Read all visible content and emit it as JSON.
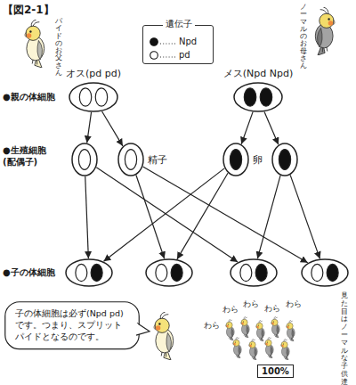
{
  "diagram": {
    "title": "【図2-1】",
    "nodes": [
      {
        "text": [
          "オス(pd pd)"
        ]
      },
      {
        "text": [
          "メス(Npd Npd)"
        ]
      },
      {
        "text": []
      },
      {
        "text": [
          "精子"
        ]
      },
      {
        "text": [
          "卵"
        ]
      },
      {
        "text": []
      },
      {
        "text": []
      },
      {
        "text": []
      },
      {
        "text": []
      },
      {
        "text": []
      },
      {
        "text": [
          "子の体細胞は必ず(Npd pd)です。つまり、スプリットパイドとなるのです。"
        ]
      },
      {
        "text": [
          "100%"
        ]
      }
    ],
    "edges": [
      {
        "from": 0,
        "to": 2,
        "arrow": "to"
      },
      {
        "from": 0,
        "to": 3,
        "arrow": "to"
      },
      {
        "from": 1,
        "to": 4,
        "arrow": "to"
      },
      {
        "from": 1,
        "to": 5,
        "arrow": "to"
      },
      {
        "from": 2,
        "to": 6,
        "arrow": "to"
      },
      {
        "from": 2,
        "to": 8,
        "arrow": "to"
      },
      {
        "from": 3,
        "to": 7,
        "arrow": "to"
      },
      {
        "from": 3,
        "to": 9,
        "arrow": "to"
      },
      {
        "from": 4,
        "to": 6,
        "arrow": "to"
      },
      {
        "from": 4,
        "to": 7,
        "arrow": "to"
      },
      {
        "from": 5,
        "to": 8,
        "arrow": "to"
      },
      {
        "from": 5,
        "to": 9,
        "arrow": "to"
      }
    ],
    "labels": [
      "パイドのお父さん",
      "ノーマルのお母さん",
      "遺伝子",
      "●親の体細胞",
      "●生殖細胞 (配偶子)",
      "●子の体細胞",
      "見た目はノーマルな子供達",
      "わら",
      "わら",
      "わら",
      "わら",
      "わら"
    ],
    "legend": [
      {
        "text": "Npd"
      },
      {
        "text": "pd"
      }
    ]
  }
}
